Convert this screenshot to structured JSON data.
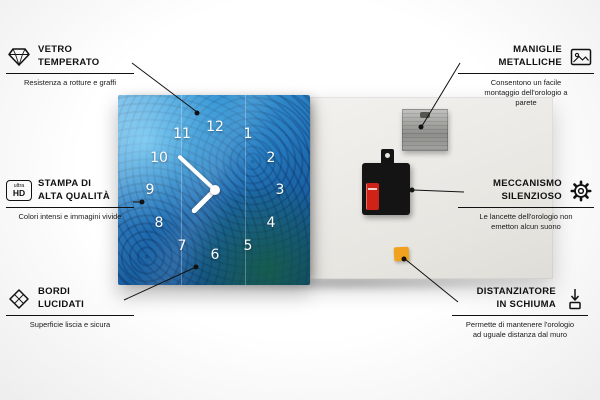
{
  "clock": {
    "numbers": [
      "1",
      "2",
      "3",
      "4",
      "5",
      "6",
      "7",
      "8",
      "9",
      "10",
      "11",
      "12"
    ]
  },
  "callouts": {
    "vetro": {
      "line1": "VETRO",
      "line2": "TEMPERATO",
      "subtitle": "Resistenza a rotture e graffi"
    },
    "stampa": {
      "line1": "STAMPA DI",
      "line2": "ALTA QUALITÀ",
      "subtitle": "Colori intensi e immagini vivide",
      "icon_top": "ultra",
      "icon_bottom": "HD"
    },
    "bordi": {
      "line1": "BORDI",
      "line2": "LUCIDATI",
      "subtitle": "Superficie liscia e sicura"
    },
    "maniglie": {
      "line1": "MANIGLIE",
      "line2": "METALLICHE",
      "subtitle": "Consentono un facile montaggio dell'orologio a parete"
    },
    "meccanismo": {
      "line1": "MECCANISMO",
      "line2": "SILENZIOSO",
      "subtitle": "Le lancette dell'orologio non emetton alcun suono"
    },
    "distanziatore": {
      "line1": "DISTANZIATORE",
      "line2": "IN SCHIUMA",
      "subtitle": "Permette di mantenere l'orologio ad uguale distanza dal muro"
    }
  },
  "colors": {
    "accent_blue": "#2272b8",
    "foam_orange": "#f0a11e",
    "battery_red": "#cf2318",
    "line_black": "#111111"
  }
}
